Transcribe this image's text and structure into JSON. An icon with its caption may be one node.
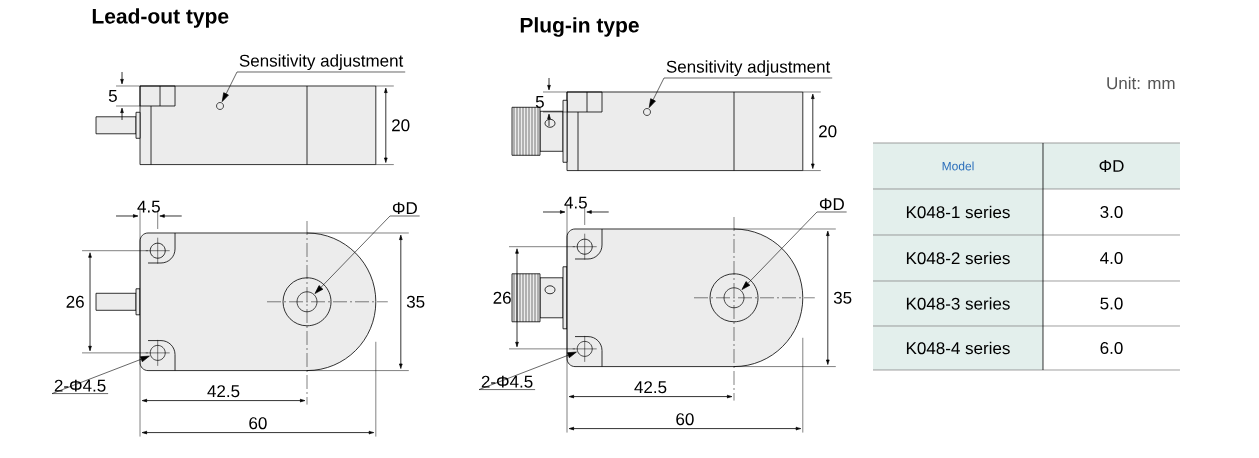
{
  "diagram": {
    "nodes": [
      {
        "text": [
          "Sensitivity adjustment"
        ]
      },
      {
        "text": [],
        "shape": "circle"
      },
      {
        "text": [
          "ΦD"
        ]
      },
      {
        "text": [],
        "shape": "circle"
      },
      {
        "text": [
          "2-Φ4.5"
        ]
      },
      {
        "text": [],
        "shape": "circle"
      },
      {
        "text": [
          "Sensitivity adjustment"
        ]
      },
      {
        "text": [],
        "shape": "circle"
      },
      {
        "text": [
          "ΦD"
        ]
      },
      {
        "text": [],
        "shape": "circle"
      },
      {
        "text": [
          "2-Φ4.5"
        ]
      },
      {
        "text": [],
        "shape": "circle"
      }
    ],
    "edges": [
      {
        "from": 0,
        "to": 1,
        "arrow": "to"
      },
      {
        "from": 2,
        "to": 3,
        "arrow": "to"
      },
      {
        "from": 4,
        "to": 5,
        "arrow": "to"
      },
      {
        "from": 6,
        "to": 7,
        "arrow": "to"
      },
      {
        "from": 8,
        "to": 9,
        "arrow": "to"
      },
      {
        "from": 10,
        "to": 11,
        "arrow": "to"
      }
    ],
    "labels": [
      "Lead-out type",
      "5",
      "20",
      "4.5",
      "26",
      "35",
      "42.5",
      "60",
      "Plug-in type",
      "5",
      "20",
      "4.5",
      "26",
      "35",
      "42.5",
      "60",
      "Unit: mm",
      "Model",
      "ΦD",
      "K048-1 series",
      "3.0",
      "K048-2 series",
      "4.0",
      "K048-3 series",
      "5.0",
      "K048-4 series",
      "6.0"
    ]
  }
}
